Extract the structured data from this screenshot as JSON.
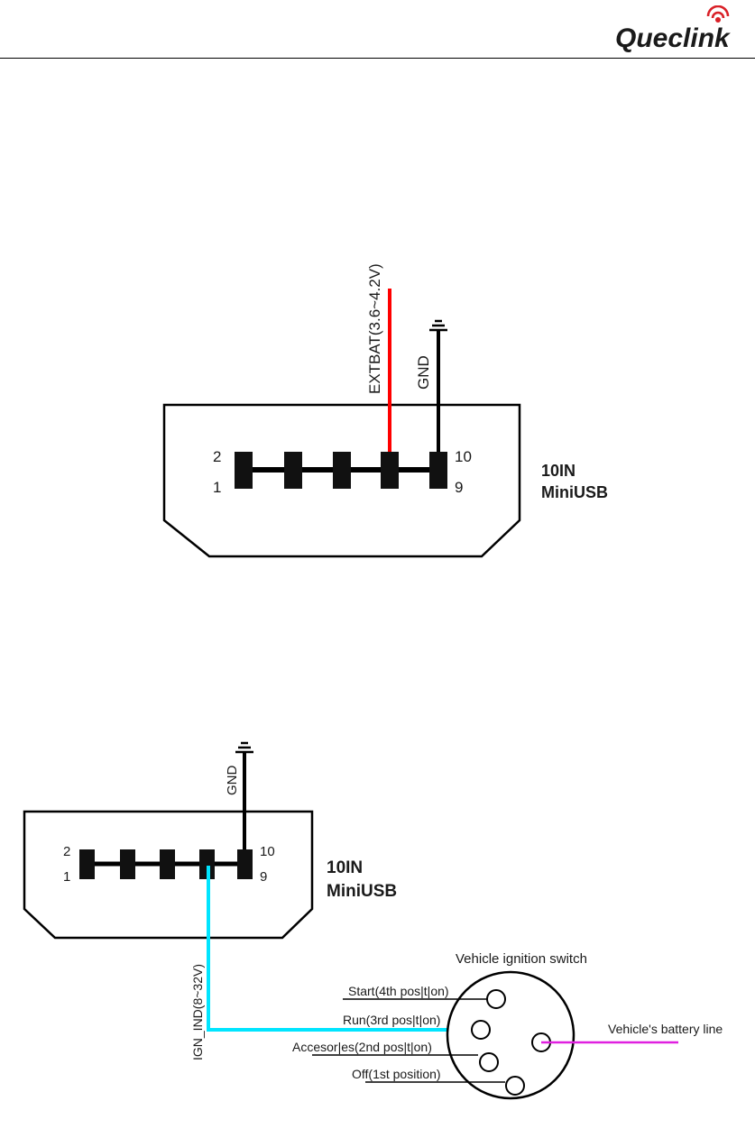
{
  "header": {
    "logo_text": "Queclink",
    "logo_color": "#000000",
    "signal_color": "#d92027"
  },
  "diagram1": {
    "wire_power_label": "EXTBAT(3.6~4.2V)",
    "wire_power_color": "#ff0000",
    "wire_gnd_label": "GND",
    "pin_top_left": "2",
    "pin_bottom_left": "1",
    "pin_top_right": "10",
    "pin_bottom_right": "9",
    "connector_line1": "10IN",
    "connector_line2": "MiniUSB"
  },
  "diagram2": {
    "wire_gnd_label": "GND",
    "wire_ign_label": "IGN_IND(8~32V)",
    "wire_ign_color": "#00e5ff",
    "pin_top_left": "2",
    "pin_bottom_left": "1",
    "pin_top_right": "10",
    "pin_bottom_right": "9",
    "connector_line1": "10IN",
    "connector_line2": "MiniUSB",
    "switch_title": "Vehicle ignition switch",
    "switch_positions": [
      "Start(4th pos|t|on)",
      "Run(3rd pos|t|on)",
      "Accesor|es(2nd pos|t|on)",
      "Off(1st position)"
    ],
    "battery_label": "Vehicle's battery line",
    "battery_color": "#e020e0"
  }
}
